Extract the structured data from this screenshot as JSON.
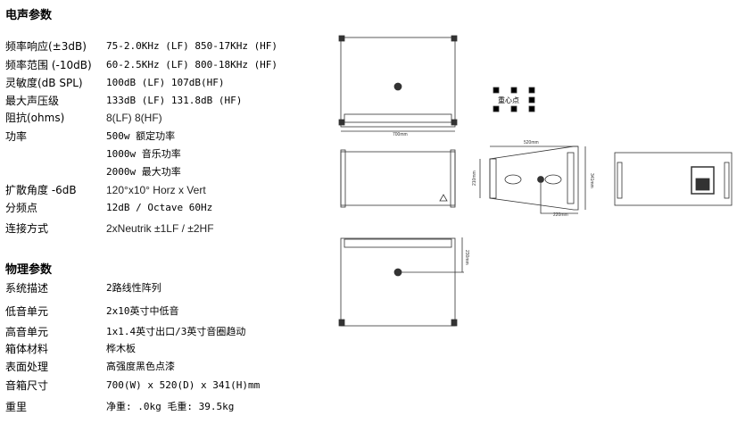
{
  "acoustic": {
    "title": "电声参数",
    "rows": [
      {
        "k": "频率响应(±3dB)",
        "v": "75-2.0KHz (LF) 850-17KHz (HF)"
      },
      {
        "k": "频率范围 (-10dB)",
        "v": "60-2.5KHz (LF) 800-18KHz (HF)"
      },
      {
        "k": "灵敏度(dB SPL)",
        "v": "100dB (LF) 107dB(HF)"
      },
      {
        "k": "最大声压级",
        "v": "133dB (LF) 131.8dB (HF)"
      },
      {
        "k": "阻抗(ohms)",
        "v": "8(LF) 8(HF)"
      },
      {
        "k": "功率",
        "v": "500w 额定功率"
      },
      {
        "k": "",
        "v": "1000w 音乐功率"
      },
      {
        "k": "",
        "v": "2000w 最大功率"
      },
      {
        "k": "扩散角度 -6dB",
        "v": "120°x10° Horz x Vert"
      },
      {
        "k": "分频点",
        "v": "12dB / Octave 60Hz"
      },
      {
        "k": "连接方式",
        "v": "2xNeutrik ±1LF / ±2HF"
      }
    ]
  },
  "physical": {
    "title": "物理参数",
    "rows": [
      {
        "k": "系统描述",
        "v": "2路线性阵列"
      },
      {
        "k": "低音单元",
        "v": "2x10英寸中低音"
      },
      {
        "k": "高音单元",
        "v": "1x1.4英寸出口/3英寸音圈趋动"
      },
      {
        "k": "箱体材料",
        "v": "桦木板"
      },
      {
        "k": "表面处理",
        "v": "高强度黑色点漆"
      },
      {
        "k": "音箱尺寸",
        "v": "700(W) x 520(D) x 341(H)mm"
      },
      {
        "k": "重里",
        "v": "净重: .0kg 毛重: 39.5kg"
      }
    ]
  },
  "drawing": {
    "width_dim": "700mm",
    "depth_dim": "520mm",
    "front_h_dim": "210mm",
    "rear_h_dim": "341mm",
    "cog_depth_dim": "220mm",
    "cog_height_dim": "230mm",
    "cog_label": "重心点"
  }
}
